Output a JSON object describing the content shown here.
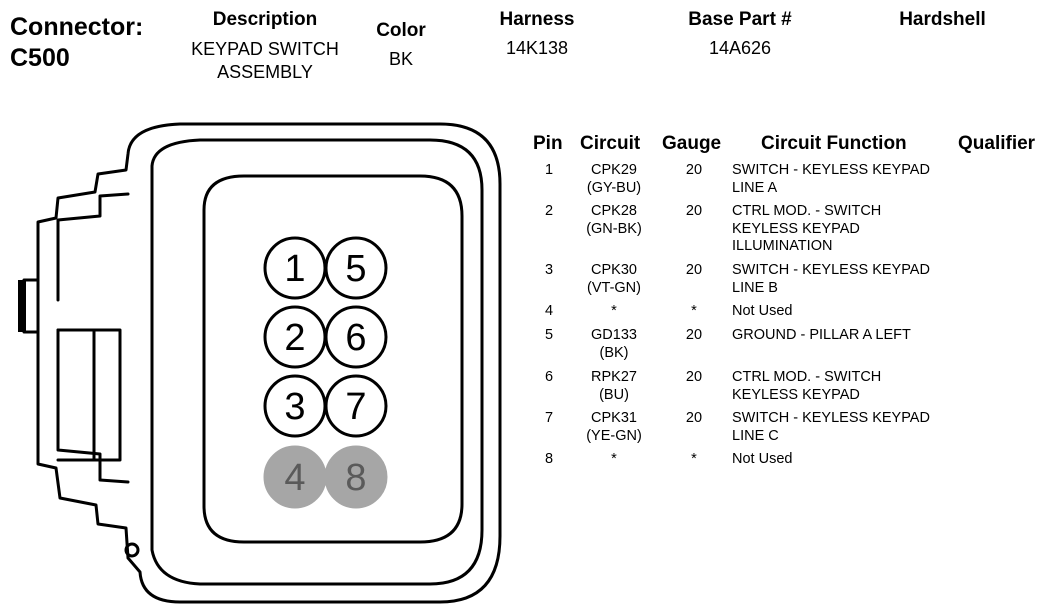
{
  "connector": {
    "label": "Connector:",
    "id": "C500"
  },
  "header": {
    "description_label": "Description",
    "description_value": [
      "KEYPAD SWITCH",
      "ASSEMBLY"
    ],
    "color_label": "Color",
    "color_value": "BK",
    "harness_label": "Harness",
    "harness_value": "14K138",
    "base_part_label": "Base Part #",
    "base_part_value": "14A626",
    "hardshell_label": "Hardshell"
  },
  "diagram": {
    "pins": [
      {
        "number": "1",
        "used": true
      },
      {
        "number": "5",
        "used": true
      },
      {
        "number": "2",
        "used": true
      },
      {
        "number": "6",
        "used": true
      },
      {
        "number": "3",
        "used": true
      },
      {
        "number": "7",
        "used": true
      },
      {
        "number": "4",
        "used": false
      },
      {
        "number": "8",
        "used": false
      }
    ],
    "colors": {
      "outline": "#000000",
      "pin_used_fill": "#ffffff",
      "pin_unused_fill": "#a6a6a6",
      "pin_unused_text": "#5a5a5a"
    }
  },
  "table": {
    "headers": {
      "pin": "Pin",
      "circuit": "Circuit",
      "gauge": "Gauge",
      "function": "Circuit Function",
      "qualifier": "Qualifier"
    },
    "rows": [
      {
        "pin": "1",
        "circuit": [
          "CPK29",
          "(GY-BU)"
        ],
        "gauge": "20",
        "function": [
          "SWITCH - KEYLESS KEYPAD",
          "LINE A"
        ]
      },
      {
        "pin": "2",
        "circuit": [
          "CPK28",
          "(GN-BK)"
        ],
        "gauge": "20",
        "function": [
          "CTRL MOD. - SWITCH",
          "KEYLESS KEYPAD",
          "ILLUMINATION"
        ]
      },
      {
        "pin": "3",
        "circuit": [
          "CPK30",
          "(VT-GN)"
        ],
        "gauge": "20",
        "function": [
          "SWITCH - KEYLESS KEYPAD",
          "LINE B"
        ]
      },
      {
        "pin": "4",
        "circuit": [
          "*"
        ],
        "gauge": "*",
        "function": [
          "Not Used"
        ]
      },
      {
        "pin": "5",
        "circuit": [
          "GD133",
          "(BK)"
        ],
        "gauge": "20",
        "function": [
          "GROUND - PILLAR A LEFT"
        ]
      },
      {
        "pin": "6",
        "circuit": [
          "RPK27",
          "(BU)"
        ],
        "gauge": "20",
        "function": [
          "CTRL MOD. - SWITCH",
          "KEYLESS KEYPAD"
        ]
      },
      {
        "pin": "7",
        "circuit": [
          "CPK31",
          "(YE-GN)"
        ],
        "gauge": "20",
        "function": [
          "SWITCH - KEYLESS KEYPAD",
          "LINE C"
        ]
      },
      {
        "pin": "8",
        "circuit": [
          "*"
        ],
        "gauge": "*",
        "function": [
          "Not Used"
        ]
      }
    ]
  }
}
